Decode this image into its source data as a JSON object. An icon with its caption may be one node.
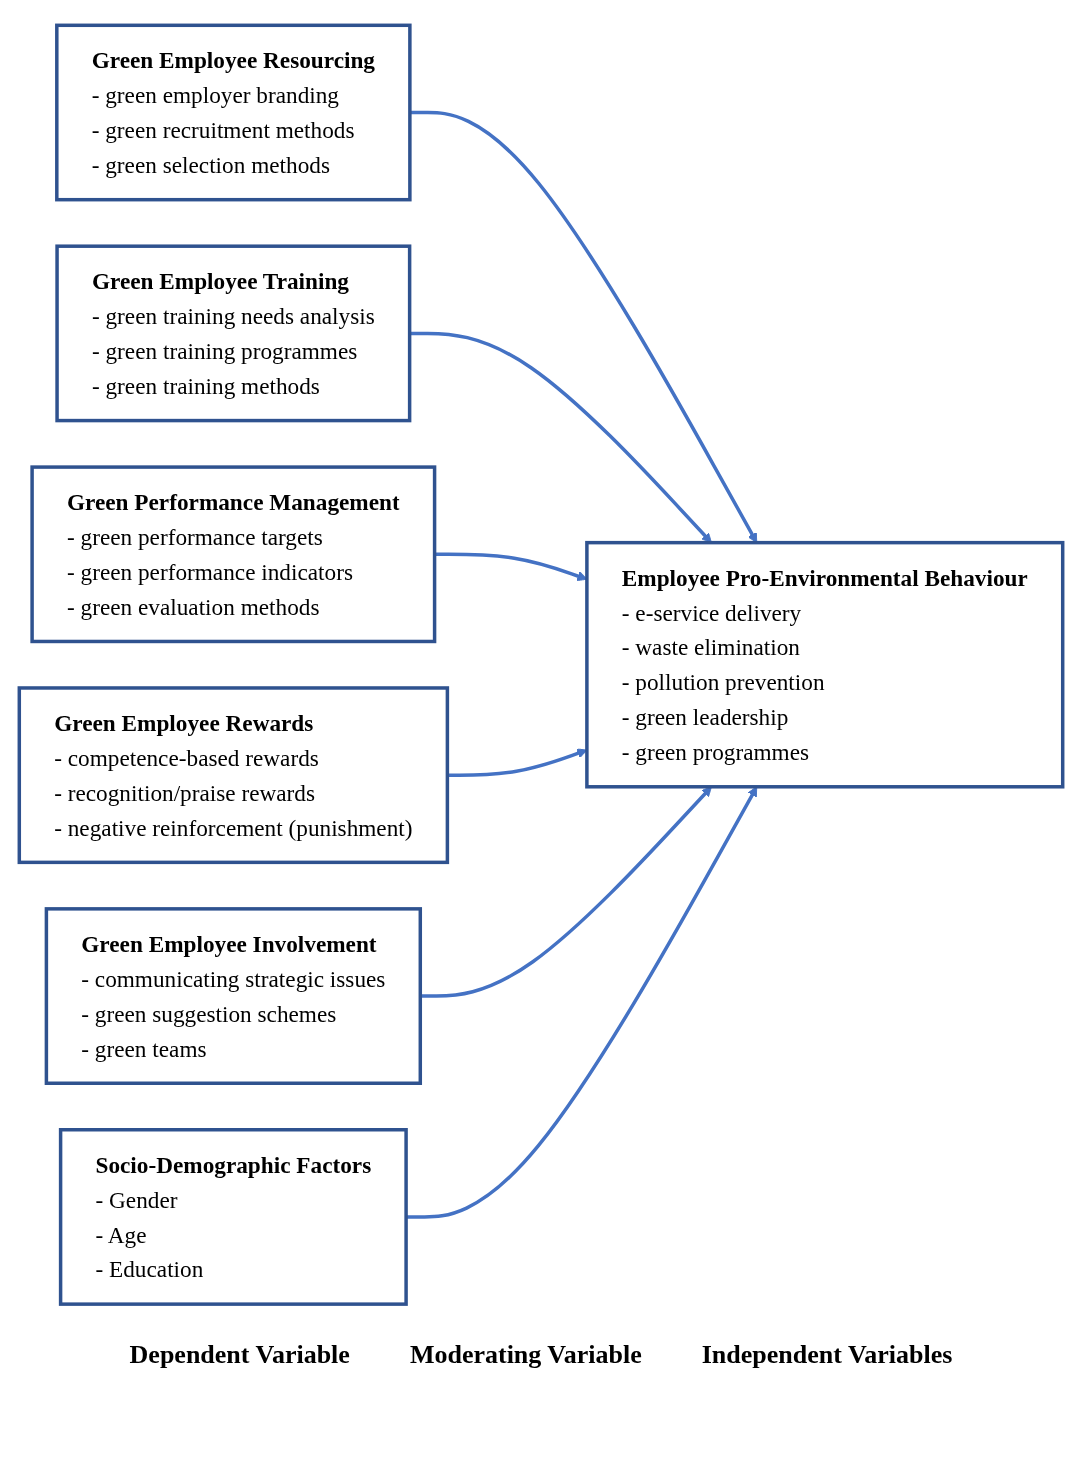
{
  "diagram": {
    "nodes": [
      {
        "text": [
          "Green Employee Resourcing",
          "- green employer branding",
          "- green recruitment methods",
          "- green selection methods"
        ]
      },
      {
        "text": [
          "Green Employee Training",
          "- green training needs analysis",
          "- green training programmes",
          "- green training methods"
        ]
      },
      {
        "text": [
          "Green Performance Management",
          "- green performance targets",
          "- green performance indicators",
          "- green evaluation methods"
        ]
      },
      {
        "text": [
          "Green Employee Rewards",
          "- competence-based rewards",
          "- recognition/praise rewards",
          "- negative reinforcement (punishment)"
        ]
      },
      {
        "text": [
          "Green Employee Involvement",
          "- communicating strategic issues",
          "- green suggestion schemes",
          "- green teams"
        ]
      },
      {
        "text": [
          "Employee Pro-Environmental Behaviour",
          "- e-service delivery",
          "- waste elimination",
          "- pollution prevention",
          "- green leadership",
          "- green programmes"
        ]
      },
      {
        "text": [
          "Socio-Demographic Factors",
          "- Gender",
          "- Age",
          "- Education"
        ]
      }
    ],
    "edges": [
      {
        "from": 0,
        "to": 5,
        "arrow": "to"
      },
      {
        "from": 1,
        "to": 5,
        "arrow": "to"
      },
      {
        "from": 2,
        "to": 5,
        "arrow": "to"
      },
      {
        "from": 3,
        "to": 5,
        "arrow": "to"
      },
      {
        "from": 4,
        "to": 5,
        "arrow": "to"
      },
      {
        "from": 6,
        "to": 5,
        "arrow": "to"
      }
    ],
    "labels": [
      "Dependent Variable",
      "Moderating Variable",
      "Independent Variables"
    ]
  }
}
